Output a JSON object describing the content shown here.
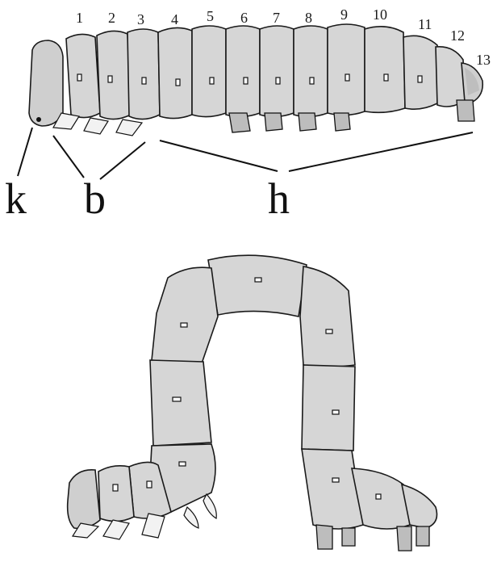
{
  "segment_numbers": [
    "1",
    "2",
    "3",
    "4",
    "5",
    "6",
    "7",
    "8",
    "9",
    "10",
    "11",
    "12",
    "13"
  ],
  "labels": {
    "head": "k",
    "thoracic_legs": "b",
    "prolegs": "h"
  }
}
